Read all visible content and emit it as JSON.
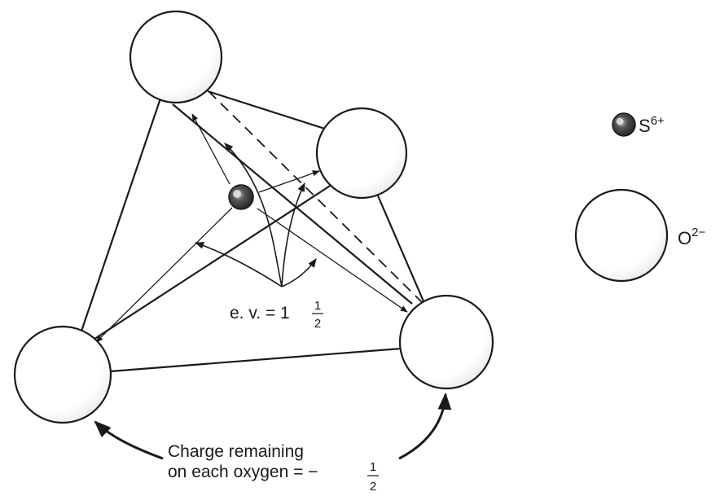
{
  "legend": {
    "cation_label": "S",
    "cation_charge": "6+",
    "anion_label": "O",
    "anion_charge": "2−"
  },
  "annotations": {
    "ev_prefix": "e. v. = 1",
    "ev_num": "1",
    "ev_den": "2",
    "charge_line1": "Charge remaining",
    "charge_line2": "on each oxygen = −",
    "charge_num": "1",
    "charge_den": "2"
  },
  "colors": {
    "ink": "#1a1a1a",
    "sphere_fill": "#ffffff",
    "sphere_shadow": "#d4d4d4",
    "cation_fill": "#333333"
  }
}
